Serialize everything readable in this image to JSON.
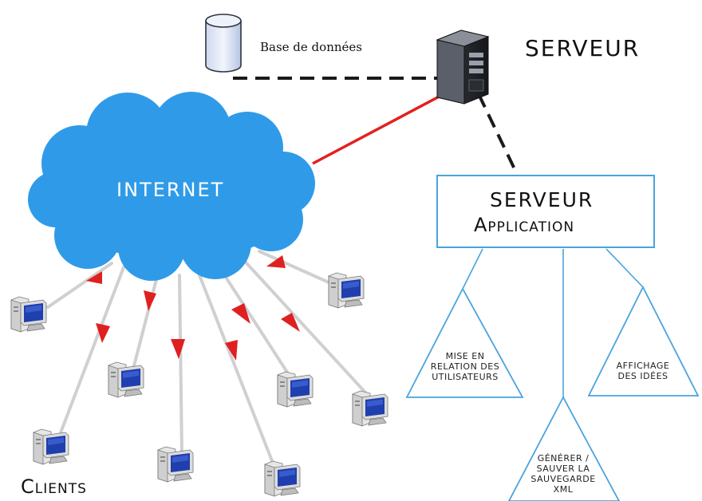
{
  "labels": {
    "database": "Base de données",
    "server": "SERVEUR",
    "internet": "INTERNET",
    "app_server_line1": "SERVEUR",
    "app_server_line2": "Application",
    "clients": "Clients"
  },
  "modules": [
    {
      "id": "relation",
      "lines": [
        "MISE EN",
        "RELATION DES",
        "UTILISATEURS"
      ]
    },
    {
      "id": "generer",
      "lines": [
        "GÉNÉRER /",
        "SAUVER LA",
        "SAUVEGARDE",
        "XML"
      ]
    },
    {
      "id": "affichage",
      "lines": [
        "AFFICHAGE",
        "DES IDÉES"
      ]
    }
  ],
  "colors": {
    "cloud": "#2f9be8",
    "internet_link": "#e32020",
    "dashed_link": "#1a1a1a",
    "client_link": "#cfcfcf",
    "arrow": "#e02020",
    "app_box_border": "#4aa3de",
    "module_border": "#4aa3de"
  },
  "icons": {
    "database": "database-cylinder-icon",
    "server": "server-tower-icon",
    "client": "computer-monitor-icon"
  }
}
